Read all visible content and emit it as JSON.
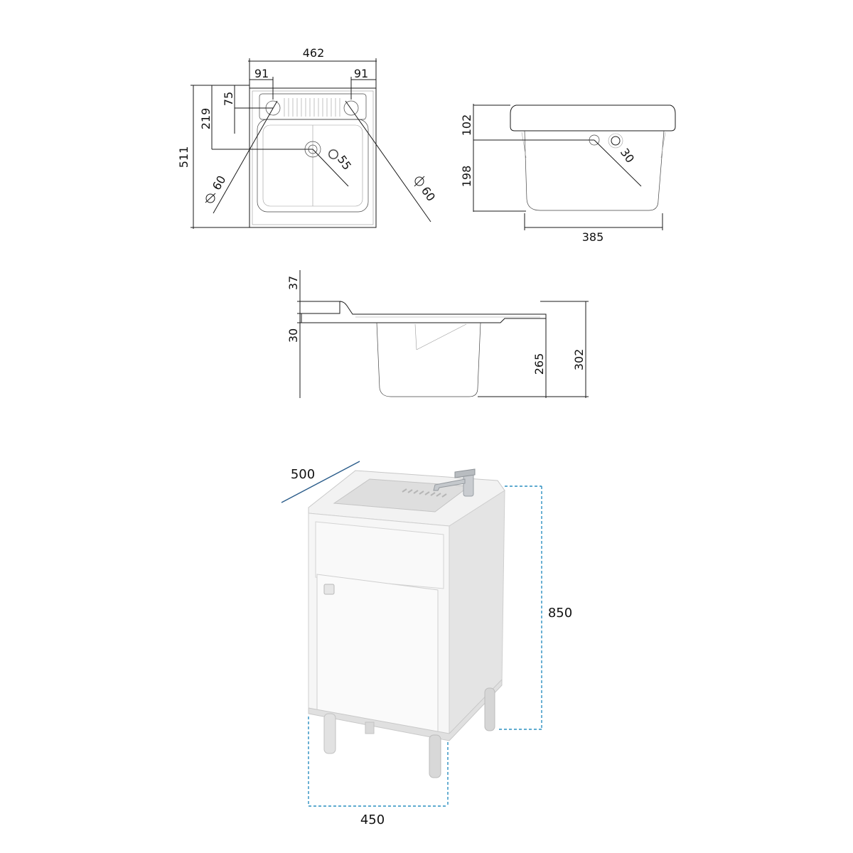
{
  "colors": {
    "drawing_line": "#1a1a1a",
    "cabinet_body": "#f4f4f4",
    "cabinet_shadow": "#d9d9d9",
    "dimension_dashed": "#2a8fc0",
    "dimension_solid": "#2a5c8a"
  },
  "top_view": {
    "width_overall": "462",
    "offset_left": "91",
    "offset_right": "91",
    "depth_overall": "511",
    "hole_to_edge": "75",
    "drain_to_edge": "219",
    "hole_left_diameter": "60",
    "hole_right_diameter": "60",
    "drain_diameter": "55"
  },
  "front_view": {
    "rim_height": "102",
    "basin_height": "198",
    "basin_width": "385",
    "overflow_diameter": "30"
  },
  "side_view": {
    "top_height": "37",
    "rim_thickness": "30",
    "basin_depth": "265",
    "total_height": "302"
  },
  "cabinet_view": {
    "depth": "500",
    "height": "850",
    "width": "450"
  }
}
